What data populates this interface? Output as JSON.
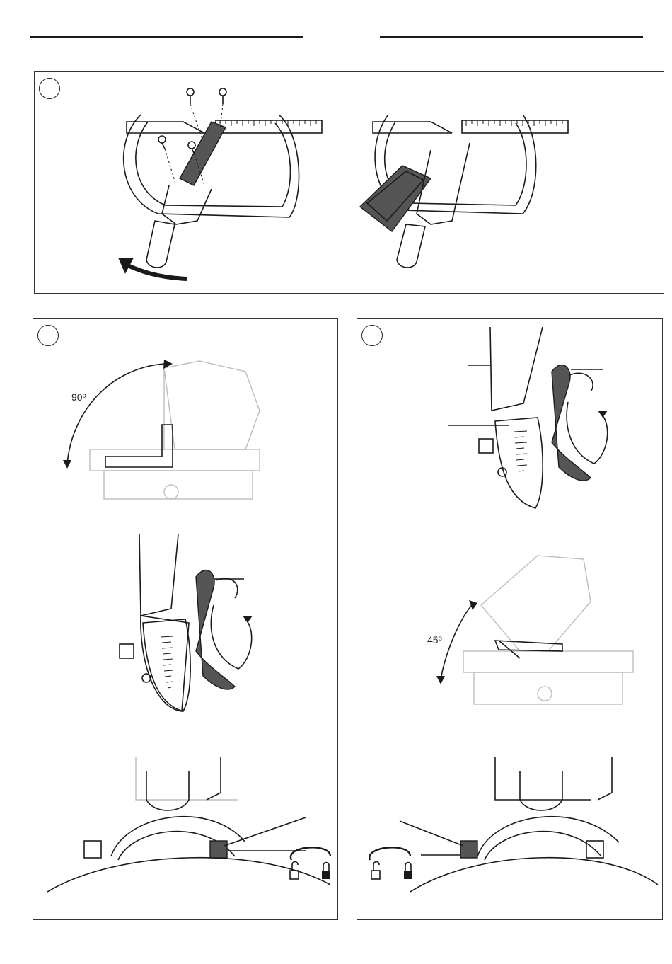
{
  "page": {
    "header_rules": [
      "left",
      "right"
    ]
  },
  "panels": [
    {
      "id": "top",
      "badge_label": "",
      "steps": [
        "remove-fence-screws",
        "adjust-fence"
      ]
    },
    {
      "id": "bottom-left",
      "badge_label": "",
      "angle_label": "90º"
    },
    {
      "id": "bottom-right",
      "badge_label": "",
      "angle_label": "45º"
    }
  ],
  "icons": {
    "lock": "lock-icon",
    "unlock": "unlock-icon",
    "rotate_arrow": "rotate-arrow-icon"
  },
  "colors": {
    "ink": "#1a1a1a",
    "faint": "#bdbdbd",
    "handle_fill": "#555555"
  }
}
